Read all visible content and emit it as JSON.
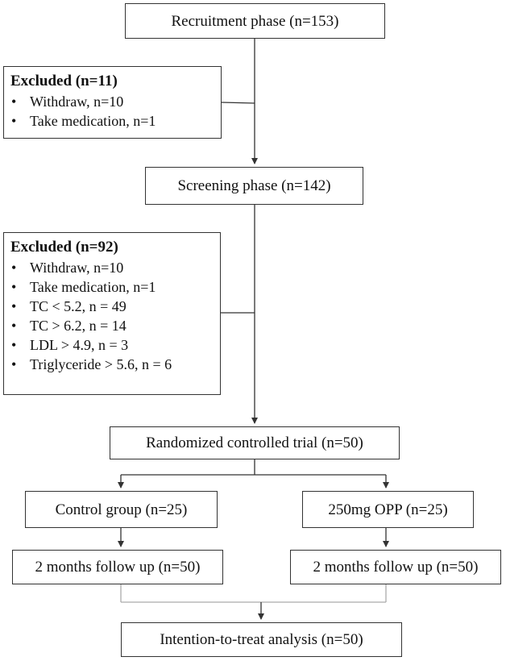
{
  "boxes": {
    "recruitment": "Recruitment phase (n=153)",
    "screening": "Screening phase (n=142)",
    "randomized": "Randomized controlled trial (n=50)",
    "control": "Control group (n=25)",
    "opp": "250mg OPP (n=25)",
    "followup_control": "2 months follow up (n=50)",
    "followup_opp": "2 months follow up (n=50)",
    "itt": "Intention-to-treat analysis (n=50)"
  },
  "excluded_1": {
    "title": "Excluded (n=11)",
    "items": [
      "Withdraw, n=10",
      "Take medication, n=1"
    ]
  },
  "excluded_2": {
    "title": "Excluded (n=92)",
    "items": [
      "Withdraw, n=10",
      "Take medication, n=1",
      "TC < 5.2, n = 49",
      "TC > 6.2, n = 14",
      "LDL > 4.9, n = 3",
      "Triglyceride > 5.6, n = 6"
    ]
  }
}
